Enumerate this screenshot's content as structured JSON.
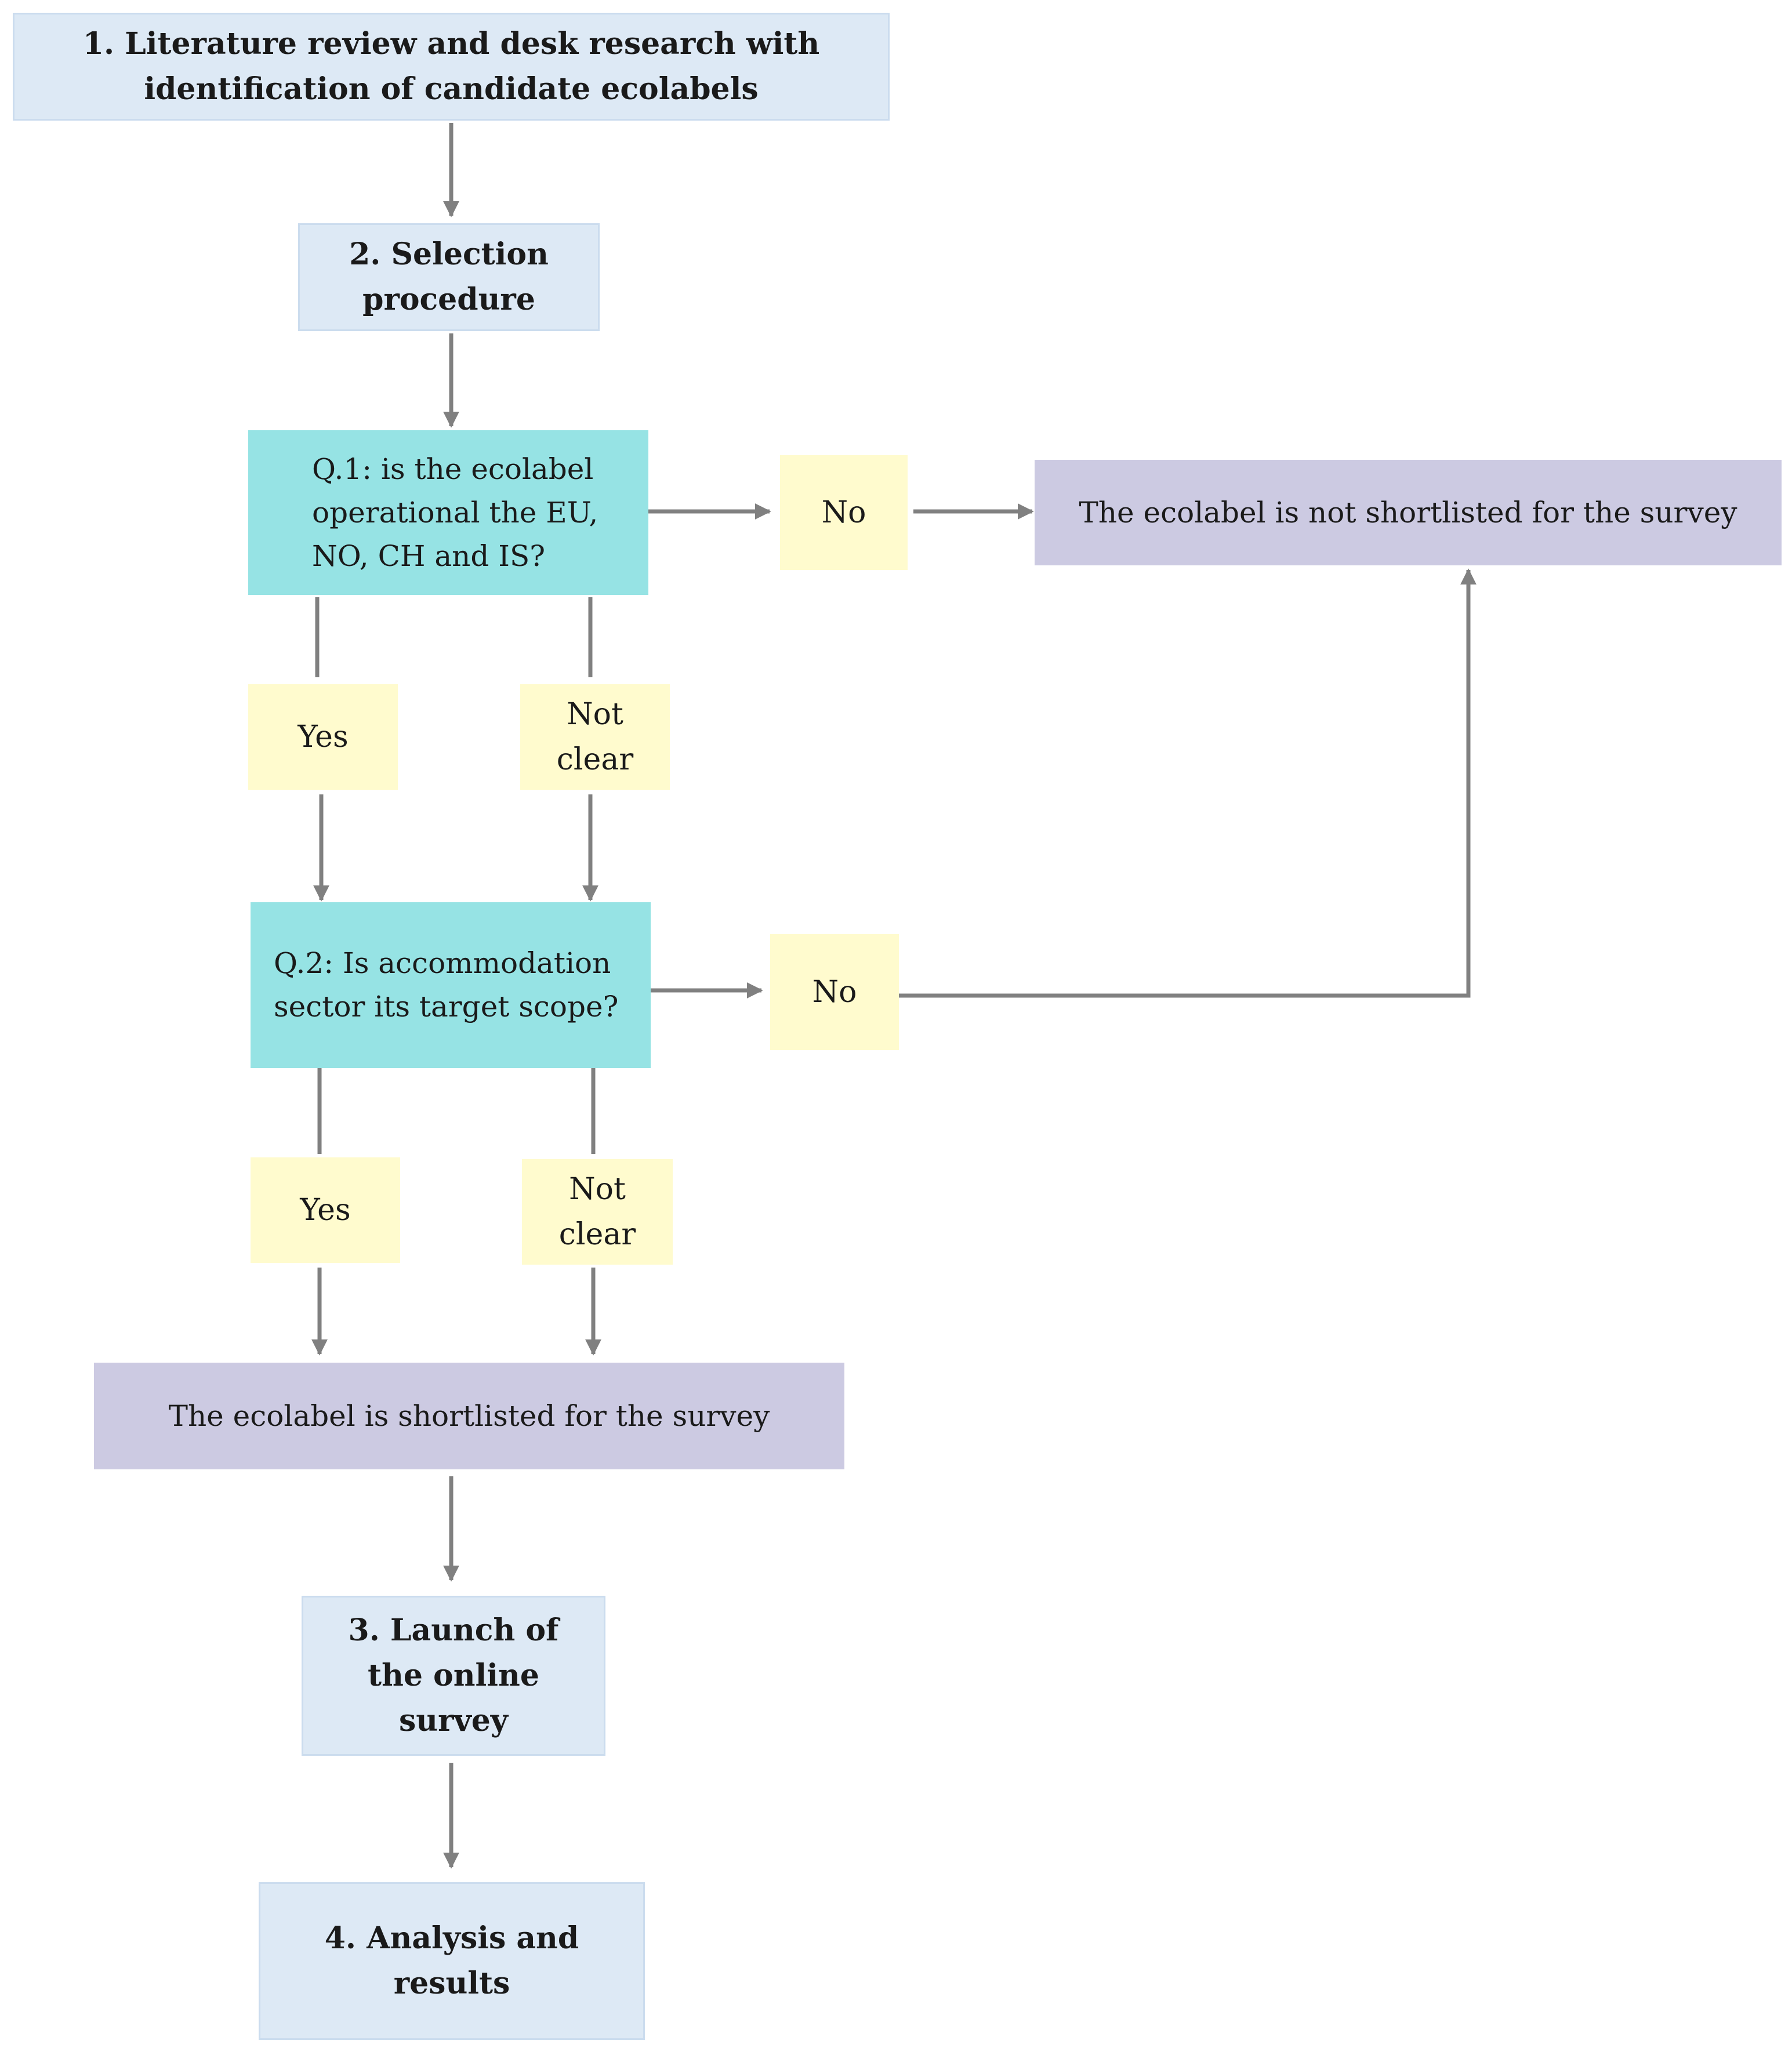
{
  "steps": {
    "step1": "1. Literature review and desk research with identification of candidate ecolabels",
    "step2": "2. Selection procedure",
    "step3": "3. Launch of the online survey",
    "step4": "4. Analysis and results"
  },
  "questions": {
    "q1": "Q.1: is the ecolabel operational  the EU, NO, CH and IS?",
    "q2": "Q.2: Is accommodation sector its target scope?"
  },
  "answers": {
    "q1_no": "No",
    "q1_yes": "Yes",
    "q1_not_clear": "Not clear",
    "q2_no": "No",
    "q2_yes": "Yes",
    "q2_not_clear": "Not clear"
  },
  "outcomes": {
    "not_shortlisted": "The ecolabel  is not shortlisted  for the survey",
    "shortlisted": "The ecolabel  is shortlisted  for the survey"
  },
  "colors": {
    "step_fill": "#dde9f5",
    "question_fill": "#96e3e4",
    "answer_fill": "#fffbce",
    "outcome_fill": "#cccae2",
    "connector": "#808080"
  }
}
